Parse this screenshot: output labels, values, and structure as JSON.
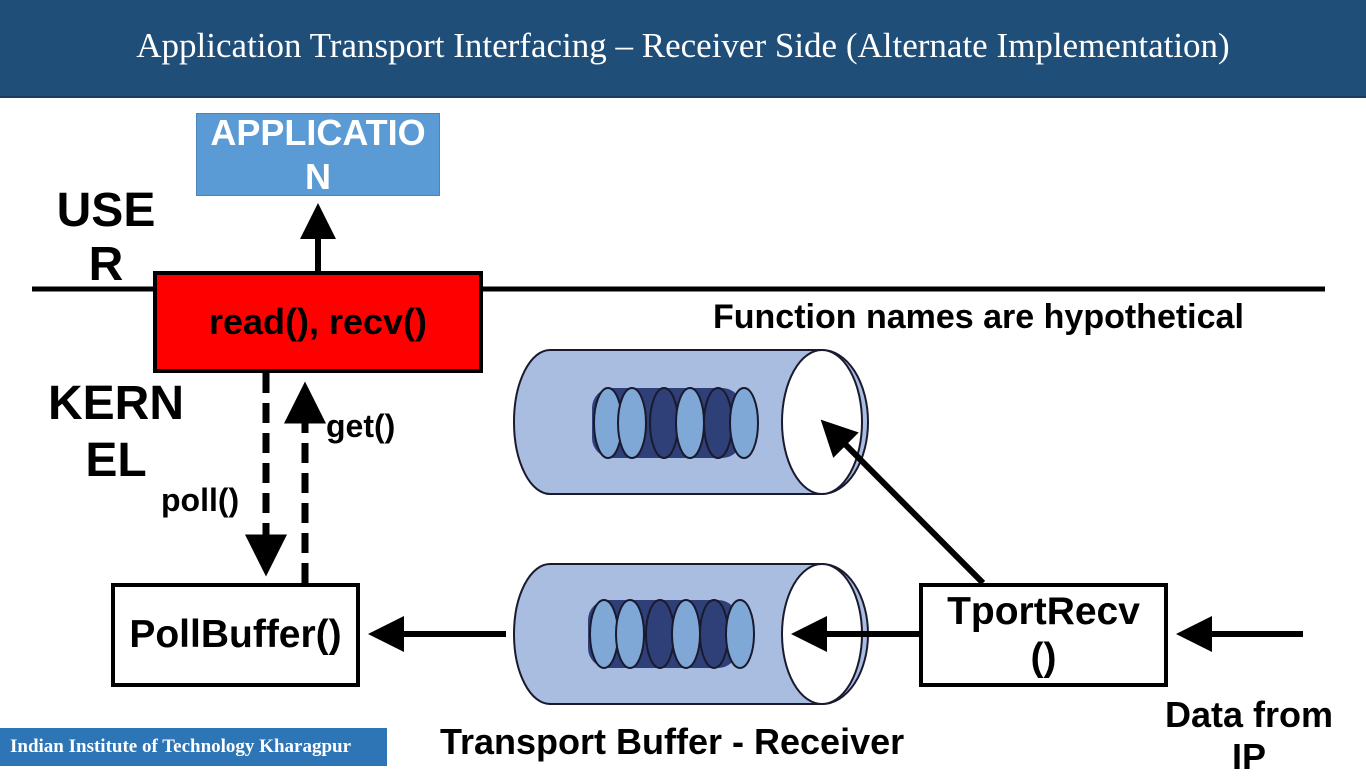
{
  "header": {
    "title": "Application Transport Interfacing – Receiver Side (Alternate Implementation)"
  },
  "diagram": {
    "application_label": "APPLICATION",
    "user_label": "USER",
    "kernel_label": "KERNEL",
    "read_recv_label": "read(), recv()",
    "poll_label": "poll()",
    "get_label": "get()",
    "hypothetical_note": "Function names are hypothetical",
    "pollbuffer_label": "PollBuffer()",
    "tportrecv_label": "TportRecv()",
    "transport_buffer_label": "Transport Buffer - Receiver",
    "data_from_ip_label": "Data from IP"
  },
  "footer": {
    "institution": "Indian Institute of Technology Kharagpur"
  },
  "colors": {
    "header": "#1f4e79",
    "application": "#5b9bd5",
    "read_box": "#ff0000",
    "buffer": "#a9bde0",
    "buffer_dark": "#2f3f78",
    "buffer_light": "#7fa8d6"
  }
}
